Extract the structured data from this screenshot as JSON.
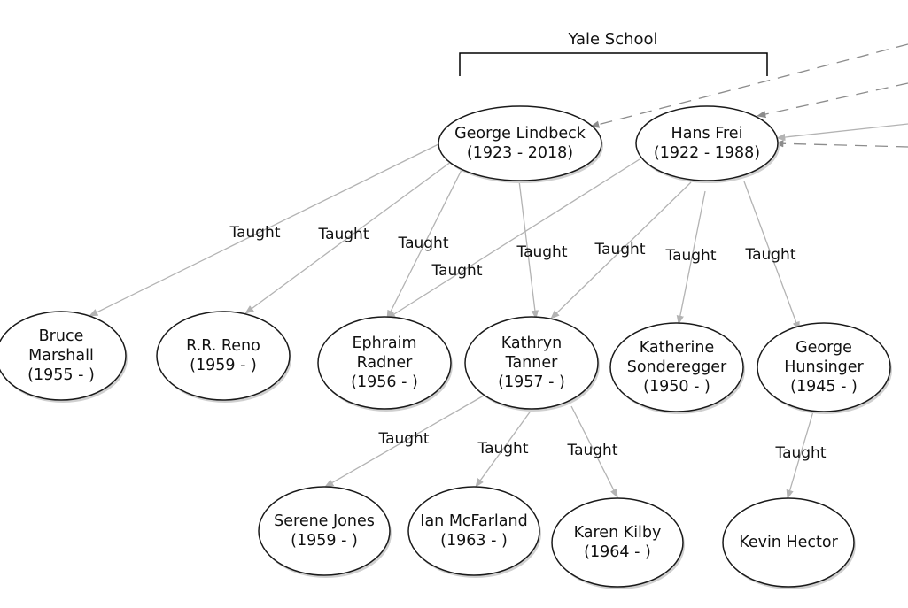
{
  "group": {
    "label": "Yale School"
  },
  "edge_label": "Taught",
  "colors": {
    "edge": "#b3b3b3",
    "dashed_edge": "#8c8c8c",
    "node_fill": "#ffffff",
    "node_stroke": "#1a1a1a"
  },
  "nodes": [
    {
      "id": "lindbeck",
      "lines": [
        "George Lindbeck",
        "(1923 - 2018)"
      ]
    },
    {
      "id": "frei",
      "lines": [
        "Hans Frei",
        "(1922 - 1988)"
      ]
    },
    {
      "id": "marshall",
      "lines": [
        "Bruce",
        "Marshall",
        "(1955 - )"
      ]
    },
    {
      "id": "reno",
      "lines": [
        "R.R. Reno",
        "(1959 - )"
      ]
    },
    {
      "id": "radner",
      "lines": [
        "Ephraim",
        "Radner",
        "(1956 - )"
      ]
    },
    {
      "id": "tanner",
      "lines": [
        "Kathryn",
        "Tanner",
        "(1957 - )"
      ]
    },
    {
      "id": "sonderegger",
      "lines": [
        "Katherine",
        "Sonderegger",
        "(1950 - )"
      ]
    },
    {
      "id": "hunsinger",
      "lines": [
        "George",
        "Hunsinger",
        "(1945 - )"
      ]
    },
    {
      "id": "jones",
      "lines": [
        "Serene Jones",
        "(1959 - )"
      ]
    },
    {
      "id": "mcfarland",
      "lines": [
        "Ian McFarland",
        "(1963 - )"
      ]
    },
    {
      "id": "kilby",
      "lines": [
        "Karen Kilby",
        "(1964 - )"
      ]
    },
    {
      "id": "hector",
      "lines": [
        "Kevin Hector"
      ]
    }
  ],
  "edges": [
    {
      "from": "lindbeck",
      "to": "marshall",
      "label": "Taught"
    },
    {
      "from": "lindbeck",
      "to": "reno",
      "label": "Taught"
    },
    {
      "from": "lindbeck",
      "to": "radner",
      "label": "Taught"
    },
    {
      "from": "lindbeck",
      "to": "tanner",
      "label": "Taught"
    },
    {
      "from": "frei",
      "to": "radner",
      "label": "Taught"
    },
    {
      "from": "frei",
      "to": "tanner",
      "label": "Taught"
    },
    {
      "from": "frei",
      "to": "sonderegger",
      "label": "Taught"
    },
    {
      "from": "frei",
      "to": "hunsinger",
      "label": "Taught"
    },
    {
      "from": "tanner",
      "to": "jones",
      "label": "Taught"
    },
    {
      "from": "tanner",
      "to": "mcfarland",
      "label": "Taught"
    },
    {
      "from": "tanner",
      "to": "kilby",
      "label": "Taught"
    },
    {
      "from": "hunsinger",
      "to": "hector",
      "label": "Taught"
    }
  ],
  "incoming_offscreen": [
    {
      "to": "lindbeck",
      "style": "dashed"
    },
    {
      "to": "frei",
      "style": "dashed"
    },
    {
      "to": "frei",
      "style": "solid"
    },
    {
      "to": "frei",
      "style": "dashed"
    }
  ]
}
